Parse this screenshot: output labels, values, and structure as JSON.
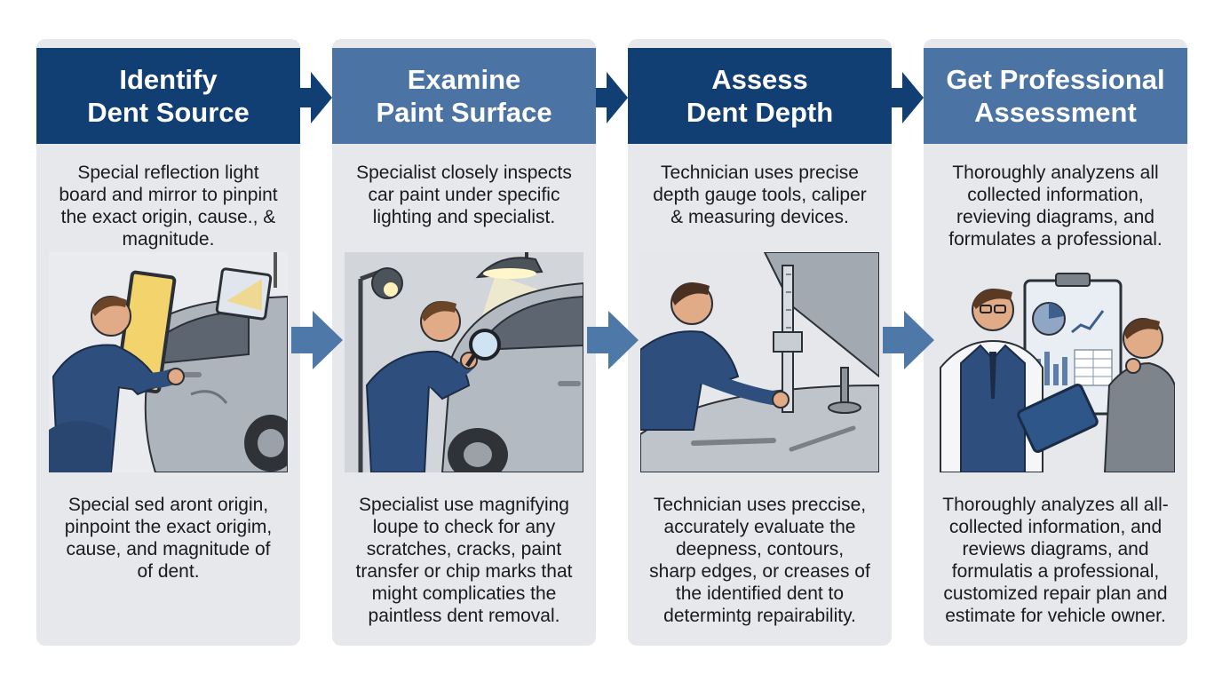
{
  "steps": [
    {
      "title": "Identify\nDent Source",
      "top_text": "Special reflection light\nboard and mirror to pinpint\nthe exact origin, cause., &\nmagnitude.",
      "bottom_text": "Special sed aront origin,\npinpoint the exact origim,\ncause, and magnitude of\nof dent."
    },
    {
      "title": "Examine\nPaint Surface",
      "top_text": "Specialist closely inspects\ncar paint under specific\nlighting and specialist.",
      "bottom_text": "Specialist use magnifying\nloupe to check for any\nscratches, cracks, paint\ntransfer or chip marks that\nmight complicaties the\npaintless dent removal."
    },
    {
      "title": "Assess\nDent Depth",
      "top_text": "Technician uses precise\ndepth gauge tools, caliper\n& measuring devices.",
      "bottom_text": "Technician uses preccise,\naccurately evaluate the\ndeepness, contours,\nsharp edges, or creases of\nthe identified dent to\ndetermintg repairability."
    },
    {
      "title": "Get Professional\nAssessment",
      "top_text": "Thoroughly analyzens all\ncollected information,\nrevieving diagrams, and\nformulates a professional.",
      "bottom_text": "Thoroughly analyzes all all-\ncollected information, and\nreviews diagrams, and\nformulatis a professional,\ncustomized repair plan and\nestimate for vehicle owner."
    }
  ],
  "colors": {
    "header_dark": "#123f73",
    "header_light": "#4b73a3",
    "panel": "#e6e8ec",
    "arrow_dark": "#123f73",
    "arrow_light": "#4e78a8"
  },
  "icons": [
    "car-dent-mirror-illustration",
    "paint-loupe-illustration",
    "depth-gauge-illustration",
    "consultation-clipboard-illustration"
  ]
}
